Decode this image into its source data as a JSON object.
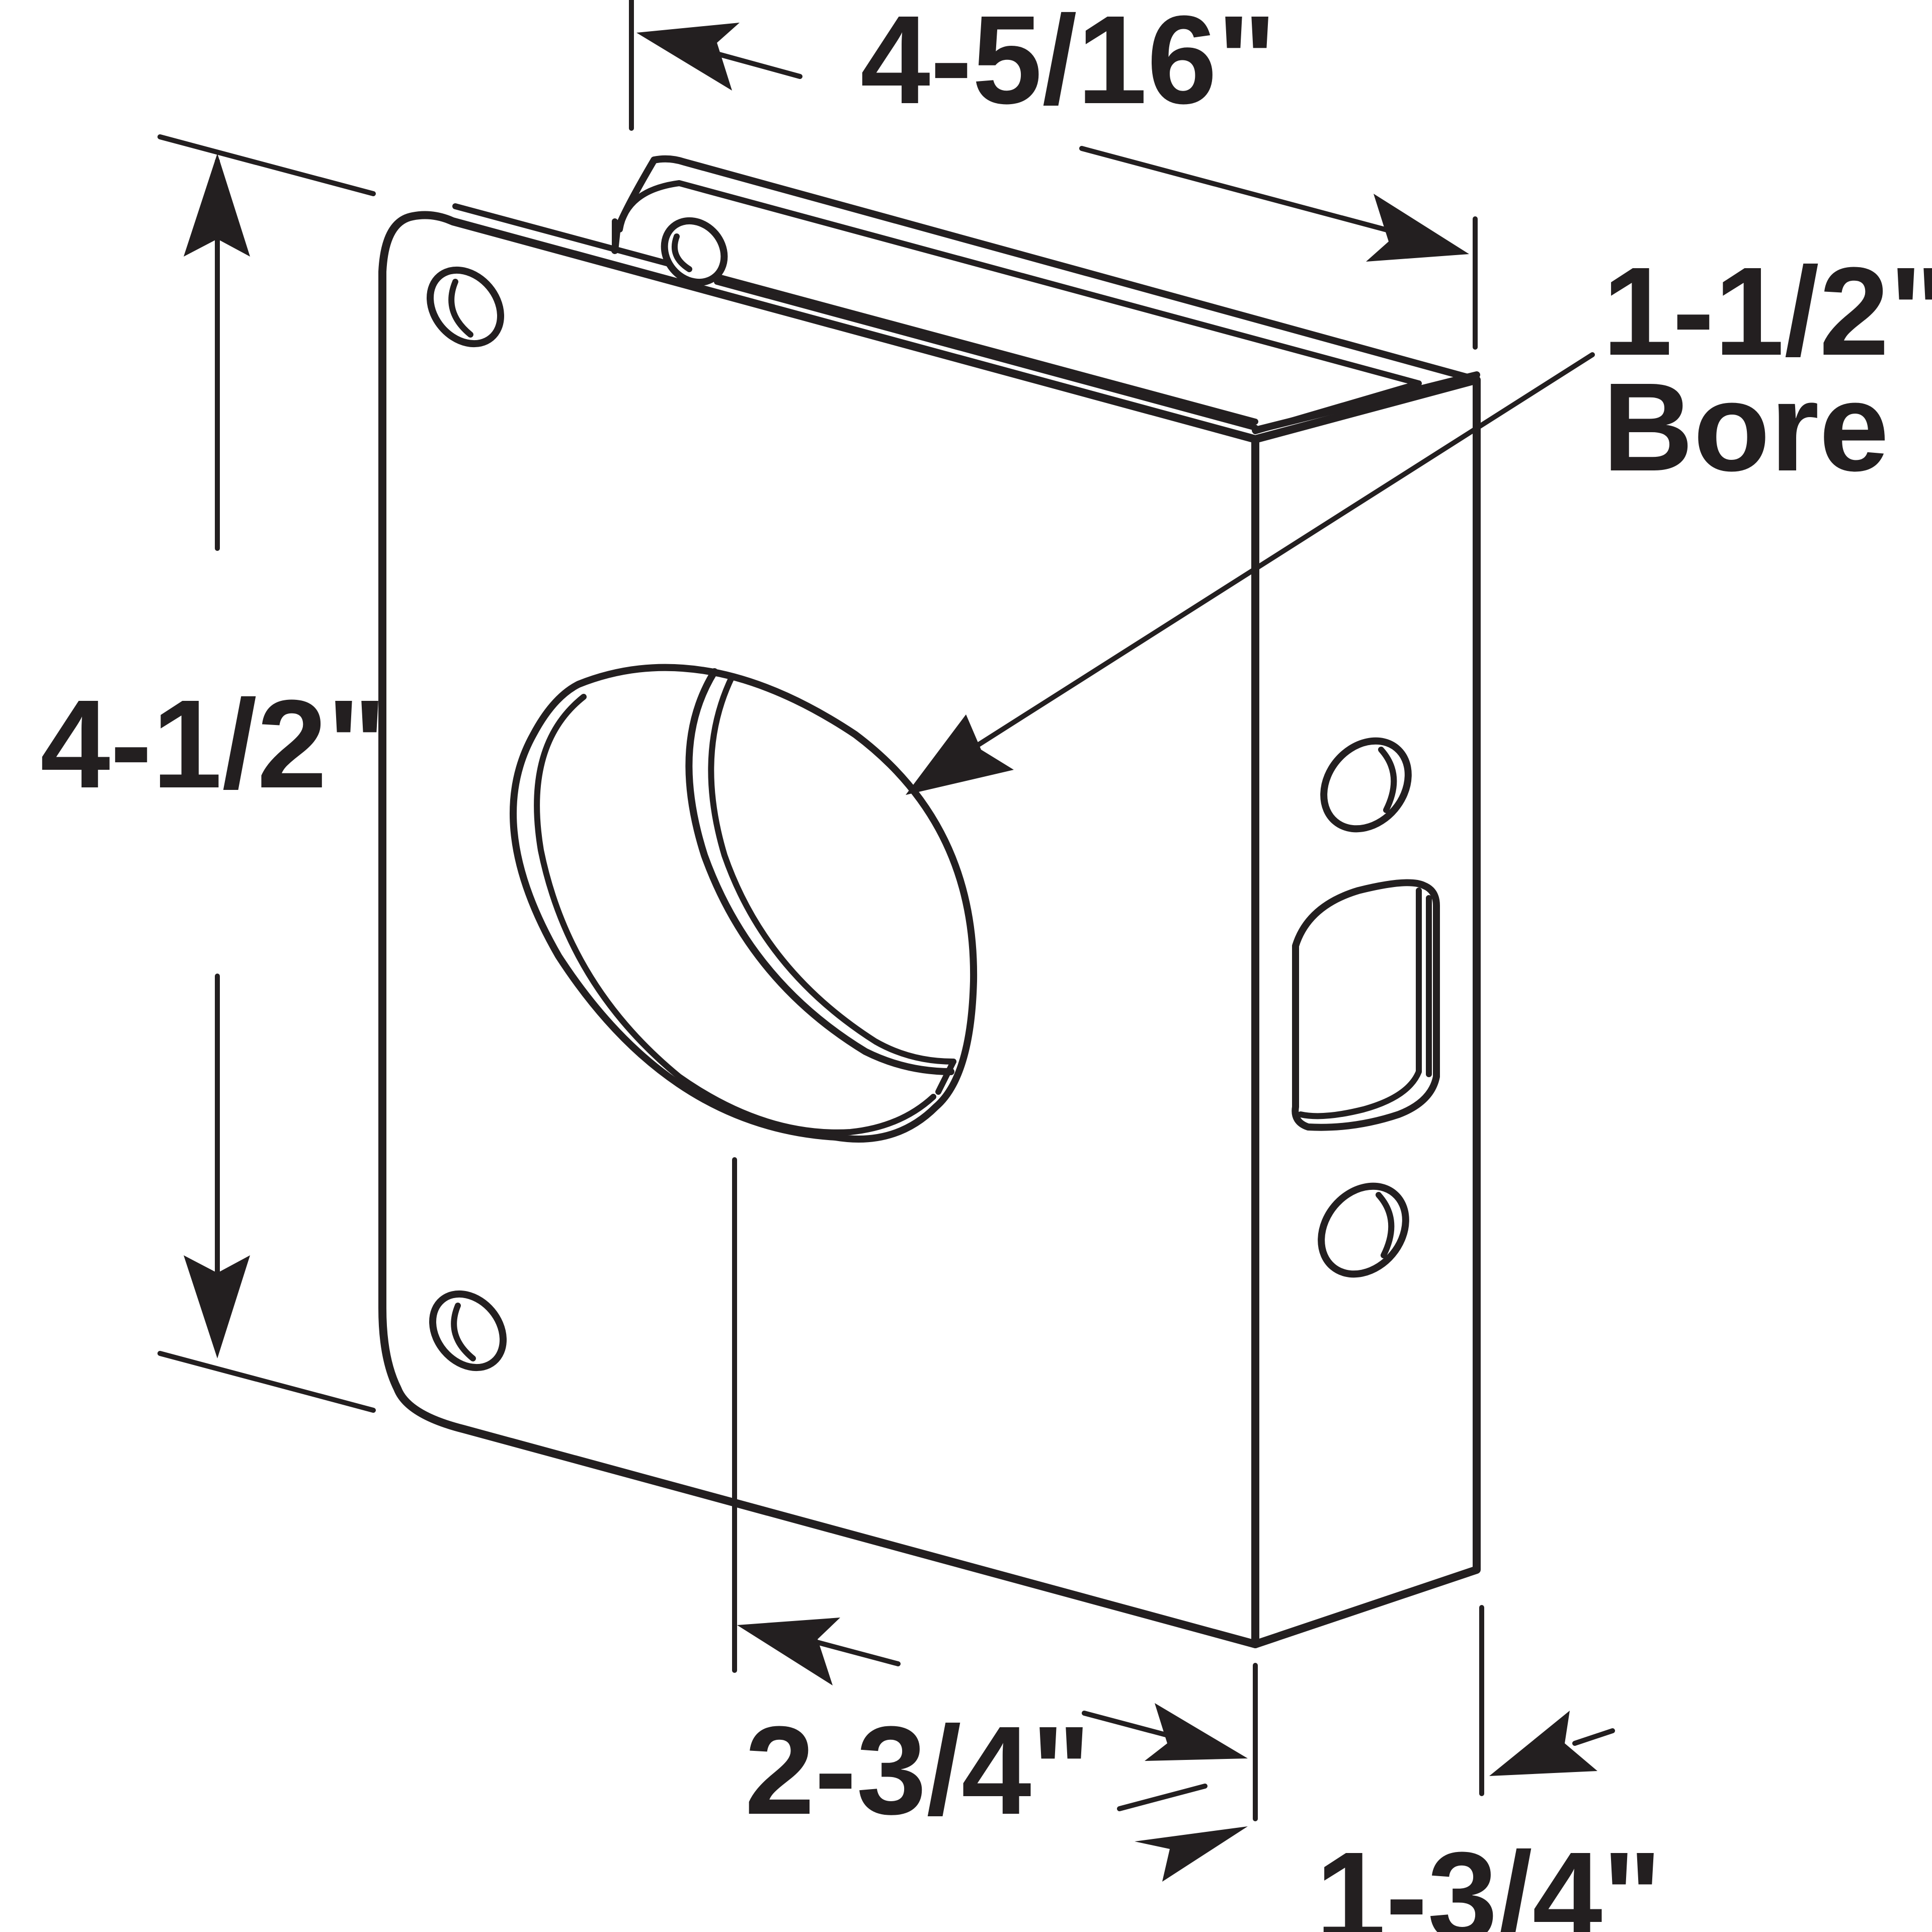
{
  "dimensions": {
    "width_label": "4-5/16\"",
    "height_label": "4-1/2\"",
    "bore_size_label": "1-1/2\"",
    "bore_word": "Bore",
    "backset_label": "2-3/4\"",
    "door_thickness_label": "1-3/4\""
  },
  "colors": {
    "line": "#231f20",
    "background": "#ffffff"
  }
}
